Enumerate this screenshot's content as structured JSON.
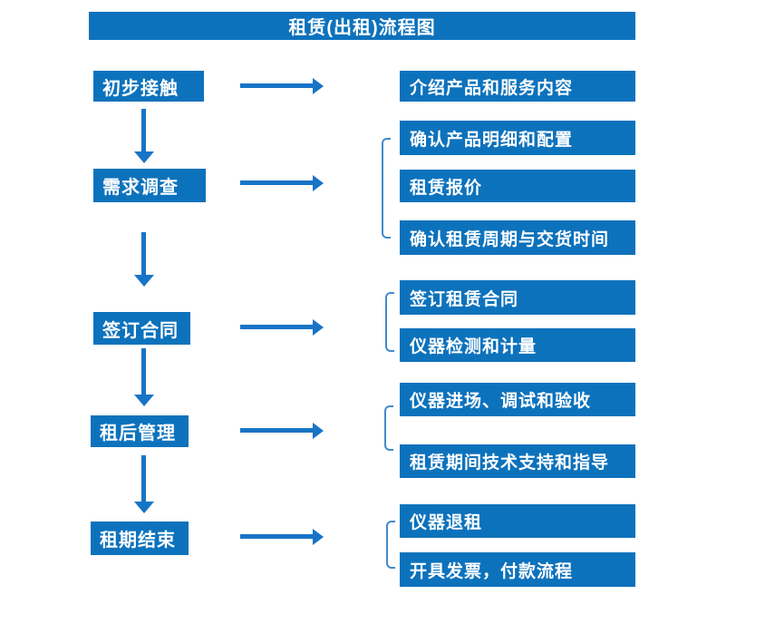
{
  "title": "租赁(出租)流程图",
  "colors": {
    "box_blue": "#0d72bc",
    "arrow_blue": "#1874c6",
    "bracket_blue": "#4389ca",
    "text": "#ffffff",
    "background": "#ffffff"
  },
  "steps": [
    {
      "label": "初步接触",
      "details": [
        "介绍产品和服务内容"
      ]
    },
    {
      "label": "需求调查",
      "details": [
        "确认产品明细和配置",
        "租赁报价",
        "确认租赁周期与交货时间"
      ]
    },
    {
      "label": "签订合同",
      "details": [
        "签订租赁合同",
        "仪器检测和计量"
      ]
    },
    {
      "label": "租后管理",
      "details": [
        "仪器进场、调试和验收",
        "租赁期间技术支持和指导"
      ]
    },
    {
      "label": "租期结束",
      "details": [
        "仪器退租",
        "开具发票，付款流程"
      ]
    }
  ]
}
